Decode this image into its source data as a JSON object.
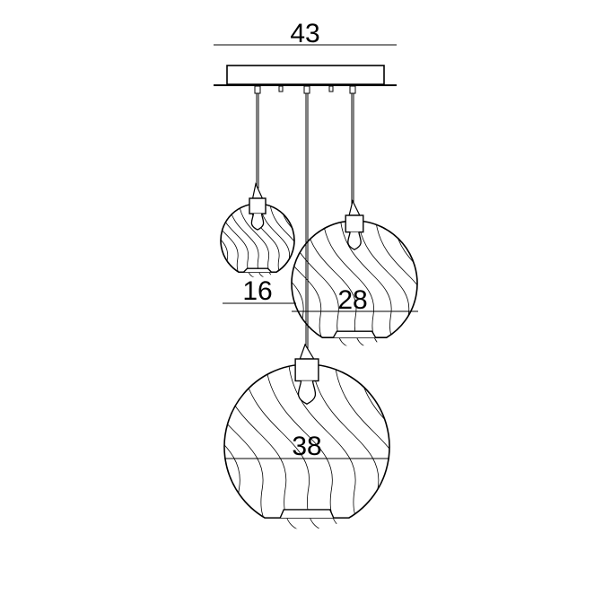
{
  "dimensions": {
    "total_width": "43",
    "small_globe": "16",
    "medium_globe": "28",
    "large_globe": "38"
  },
  "colors": {
    "line": "#000000",
    "background": "#ffffff"
  }
}
